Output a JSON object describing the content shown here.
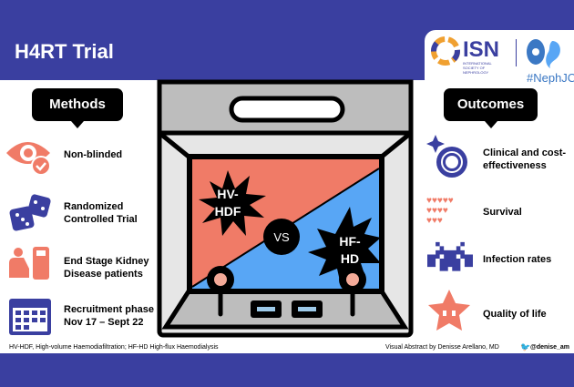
{
  "header": {
    "title": "H4RT Trial"
  },
  "logo": {
    "name": "ISN",
    "subtitle": "INTERNATIONAL SOCIETY OF NEPHROLOGY",
    "hashtag": "#NephJC"
  },
  "methods": {
    "heading": "Methods",
    "items": [
      {
        "icon": "eye-check-icon",
        "line1": "Non-blinded",
        "line2": ""
      },
      {
        "icon": "dice-icon",
        "line1": "Randomized",
        "line2": "Controlled Trial"
      },
      {
        "icon": "dialysis-patient-icon",
        "line1": "End Stage Kidney",
        "line2": "Disease patients"
      },
      {
        "icon": "calendar-icon",
        "line1": "Recruitment phase",
        "line2": "Nov 17 – Sept 22"
      }
    ]
  },
  "outcomes": {
    "heading": "Outcomes",
    "items": [
      {
        "icon": "coin-sparkle-icon",
        "line1": "Clinical and cost-",
        "line2": "effectiveness"
      },
      {
        "icon": "hearts-icon",
        "line1": "Survival",
        "line2": ""
      },
      {
        "icon": "space-invader-icon",
        "line1": "Infection rates",
        "line2": ""
      },
      {
        "icon": "star-face-icon",
        "line1": "Quality of life",
        "line2": ""
      }
    ]
  },
  "versus": {
    "left": [
      "HV-",
      "HDF"
    ],
    "vs": "VS",
    "right": [
      "HF-",
      "HD"
    ]
  },
  "footer": {
    "abbrev": "HV-HDF, High-volume Haemodiafiltration; HF-HD High-flux Haemodialysis",
    "credit": "Visual Abstract by Denisse Arellano, MD",
    "handle": "@denise_am"
  },
  "colors": {
    "brand": "#3a3fa0",
    "red": "#f07b67",
    "blue": "#58a6f5"
  }
}
